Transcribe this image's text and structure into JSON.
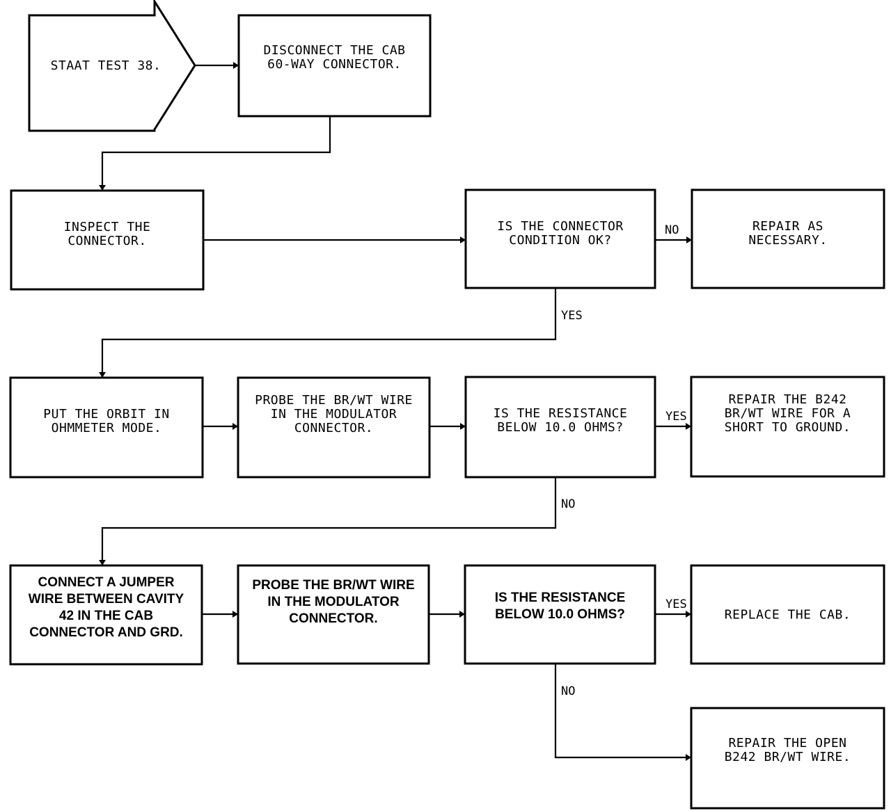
{
  "flowchart": {
    "nodes": {
      "start": {
        "shape": "arrow",
        "style": "mono",
        "lines": [
          "STAAT TEST 38."
        ]
      },
      "disconnect": {
        "shape": "box",
        "style": "mono",
        "lines": [
          "DISCONNECT THE CAB",
          "60-WAY CONNECTOR."
        ]
      },
      "inspect": {
        "shape": "box",
        "style": "mono",
        "lines": [
          "INSPECT THE",
          "CONNECTOR."
        ]
      },
      "connector_ok": {
        "shape": "box",
        "style": "mono",
        "lines": [
          "IS THE CONNECTOR",
          "CONDITION OK?"
        ]
      },
      "repair_necessary": {
        "shape": "box",
        "style": "mono",
        "lines": [
          "REPAIR AS",
          "NECESSARY."
        ]
      },
      "ohmmeter": {
        "shape": "box",
        "style": "mono",
        "lines": [
          "PUT THE ORBIT IN",
          "OHMMETER MODE."
        ]
      },
      "probe1": {
        "shape": "box",
        "style": "mono",
        "lines": [
          "PROBE THE BR/WT WIRE",
          "IN THE MODULATOR",
          "CONNECTOR."
        ]
      },
      "resistance1": {
        "shape": "box",
        "style": "mono",
        "lines": [
          "IS THE RESISTANCE",
          "BELOW 10.0 OHMS?"
        ]
      },
      "repair_short": {
        "shape": "box",
        "style": "mono",
        "lines": [
          "REPAIR THE B242",
          "BR/WT WIRE FOR A",
          "SHORT TO GROUND."
        ]
      },
      "jumper": {
        "shape": "box",
        "style": "bold",
        "lines": [
          "CONNECT A JUMPER",
          "WIRE BETWEEN CAVITY",
          "42 IN THE CAB",
          "CONNECTOR AND GRD."
        ]
      },
      "probe2": {
        "shape": "box",
        "style": "bold",
        "lines": [
          "PROBE THE BR/WT WIRE",
          "IN THE MODULATOR",
          "CONNECTOR."
        ]
      },
      "resistance2": {
        "shape": "box",
        "style": "bold",
        "lines": [
          "IS THE RESISTANCE",
          "BELOW 10.0 OHMS?"
        ]
      },
      "replace_cab": {
        "shape": "box",
        "style": "mono",
        "lines": [
          "REPLACE THE CAB."
        ]
      },
      "repair_open": {
        "shape": "box",
        "style": "mono",
        "lines": [
          "REPAIR THE OPEN",
          "B242 BR/WT WIRE."
        ]
      }
    },
    "edges": [
      {
        "from": "start",
        "to": "disconnect",
        "label": ""
      },
      {
        "from": "disconnect",
        "to": "inspect",
        "label": ""
      },
      {
        "from": "inspect",
        "to": "connector_ok",
        "label": ""
      },
      {
        "from": "connector_ok",
        "to": "repair_necessary",
        "label": "NO"
      },
      {
        "from": "connector_ok",
        "to": "ohmmeter",
        "label": "YES"
      },
      {
        "from": "ohmmeter",
        "to": "probe1",
        "label": ""
      },
      {
        "from": "probe1",
        "to": "resistance1",
        "label": ""
      },
      {
        "from": "resistance1",
        "to": "repair_short",
        "label": "YES"
      },
      {
        "from": "resistance1",
        "to": "jumper",
        "label": "NO"
      },
      {
        "from": "jumper",
        "to": "probe2",
        "label": ""
      },
      {
        "from": "probe2",
        "to": "resistance2",
        "label": ""
      },
      {
        "from": "resistance2",
        "to": "replace_cab",
        "label": "YES"
      },
      {
        "from": "resistance2",
        "to": "repair_open",
        "label": "NO"
      }
    ]
  }
}
